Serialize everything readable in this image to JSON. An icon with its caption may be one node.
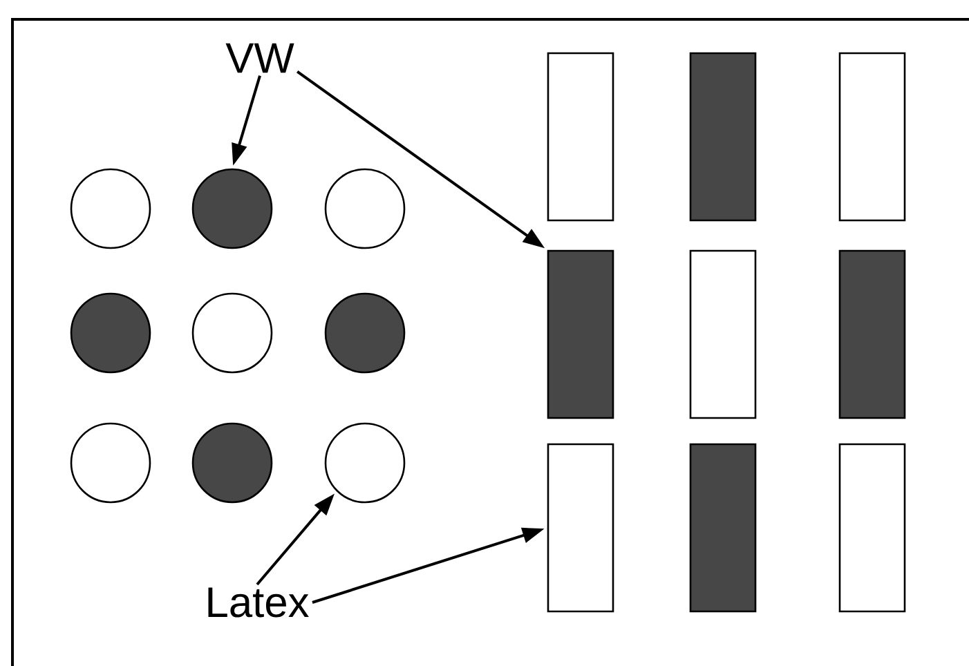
{
  "diagram": {
    "nodes": [
      {
        "text": [
          "VW"
        ]
      },
      {
        "text": [
          "Latex"
        ]
      },
      {
        "text": [],
        "shape": "circle"
      },
      {
        "text": [],
        "shape": "circle"
      },
      {
        "text": [],
        "shape": "circle"
      },
      {
        "text": [],
        "shape": "circle"
      },
      {
        "text": [],
        "shape": "circle"
      },
      {
        "text": [],
        "shape": "circle"
      },
      {
        "text": [],
        "shape": "circle"
      },
      {
        "text": [],
        "shape": "circle"
      },
      {
        "text": [],
        "shape": "circle"
      },
      {
        "text": [],
        "shape": "bar"
      },
      {
        "text": [],
        "shape": "bar"
      },
      {
        "text": [],
        "shape": "bar"
      },
      {
        "text": [],
        "shape": "bar"
      },
      {
        "text": [],
        "shape": "bar"
      },
      {
        "text": [],
        "shape": "bar"
      },
      {
        "text": [],
        "shape": "bar"
      },
      {
        "text": [],
        "shape": "bar"
      },
      {
        "text": [],
        "shape": "bar"
      }
    ],
    "edges": [
      {
        "from": 0,
        "to": 3,
        "arrow": "to"
      },
      {
        "from": 0,
        "to": 14,
        "arrow": "to"
      },
      {
        "from": 1,
        "to": 10,
        "arrow": "to"
      },
      {
        "from": 1,
        "to": 17,
        "arrow": "to"
      }
    ]
  }
}
